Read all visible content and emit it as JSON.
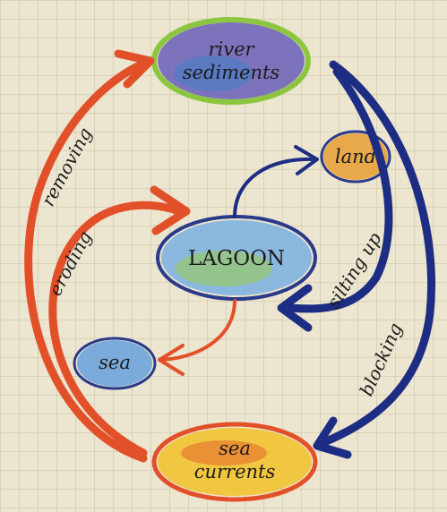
{
  "diagram": {
    "nodes": {
      "river_sediments": {
        "line1": "river",
        "line2": "sediments"
      },
      "land": {
        "label": "land"
      },
      "lagoon": {
        "label": "LAGOON"
      },
      "sea": {
        "label": "sea"
      },
      "sea_currents": {
        "line1": "sea",
        "line2": "currents"
      }
    },
    "edges": {
      "removing": {
        "label": "removing",
        "from": "sea_currents",
        "to": "river_sediments"
      },
      "eroding": {
        "label": "eroding",
        "from": "sea_currents",
        "to": "lagoon"
      },
      "lagoon_to_land": {
        "label": "",
        "from": "lagoon",
        "to": "land"
      },
      "lagoon_to_sea": {
        "label": "",
        "from": "lagoon",
        "to": "sea"
      },
      "silting_up": {
        "label": "silting up",
        "from": "river_sediments",
        "to": "lagoon"
      },
      "blocking": {
        "label": "blocking",
        "from": "river_sediments",
        "to": "sea_currents"
      }
    },
    "colors": {
      "paper": "#ece5cf",
      "grid": "#c9bfa3",
      "red_arrow": "#e2502a",
      "blue_arrow": "#1d2d84",
      "river_fill": "#6a5fb8",
      "river_outline": "#8cc63f",
      "land_fill": "#e8a23c",
      "land_outline": "#2a3a8a",
      "lagoon_fill": "#7fb3e0",
      "lagoon_outline": "#2a3a8a",
      "sea_fill": "#6ea4dc",
      "sea_outline": "#2a3a8a",
      "currents_fill": "#f2c230",
      "currents_outline": "#e2502a"
    }
  }
}
